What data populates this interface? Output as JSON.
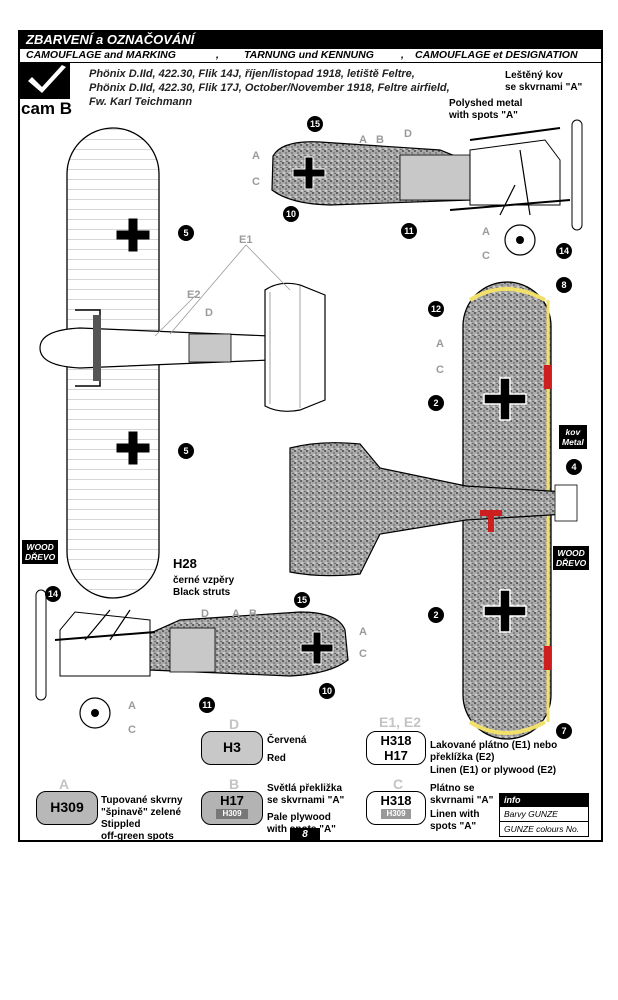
{
  "header": {
    "title": "ZBARVENÍ a OZNAČOVÁNÍ",
    "subtitle_1": "CAMOUFLAGE and MARKING",
    "subtitle_2": "TARNUNG und KENNUNG",
    "subtitle_3": "CAMOUFLAGE et DESIGNATION",
    "sep": ","
  },
  "logo_text": "cam B",
  "description": {
    "line1": "Phönix D.IId, 422.30, Flik 14J, říjen/listopad 1918, letiště Feltre,",
    "line2": "Phönix D.IId, 422.30, Flik 17J, October/November 1918, Feltre airfield,",
    "line3": "Fw. Karl Teichmann"
  },
  "notes": {
    "polished_cz": "Leštěný kov\nse skvrnami \"A\"",
    "polished_en": "Polyshed metal\nwith spots \"A\"",
    "struts_code": "H28",
    "struts_cz": "černé vzpěry",
    "struts_en": "Black struts",
    "kov": "kov",
    "metal": "Metal",
    "wood": "WOOD",
    "drevo": "DŘEVO"
  },
  "callouts": {
    "n2": "2",
    "n4": "4",
    "n5": "5",
    "n7": "7",
    "n8": "8",
    "n10": "10",
    "n11": "11",
    "n12": "12",
    "n14": "14",
    "n15": "15"
  },
  "letters": {
    "A": "A",
    "B": "B",
    "C": "C",
    "D": "D",
    "E1": "E1",
    "E2": "E2",
    "E1E2": "E1, E2"
  },
  "legend": {
    "d_code": "H3",
    "d_cz": "Červená",
    "d_en": "Red",
    "e_code1": "H318",
    "e_code2": "H17",
    "e_cz": "Lakované plátno (E1) nebo\npřeklížka (E2)",
    "e_en": "Linen (E1) or plywood (E2)",
    "a_code": "H309",
    "a_cz": "Tupované skvrny\n\"špinavě\" zelené",
    "a_en": "Stippled\noff-green spots",
    "b_code": "H17",
    "b_sub": "H309",
    "b_cz": "Světlá překližka\nse skvrnami \"A\"",
    "b_en": "Pale plywood\nwith spots \"A\"",
    "c_code": "H318",
    "c_sub": "H309",
    "c_cz": "Plátno se\nskvrnami \"A\"",
    "c_en": "Linen with\nspots \"A\""
  },
  "info": {
    "head": "info",
    "row1": "Barvy GUNZE",
    "row2": "GUNZE colours No."
  },
  "page_number": "8",
  "colors": {
    "red": "#cc1f1f",
    "yellow": "#f1e06a",
    "speckle": "#8f8f8f",
    "grey_panel": "#c8c8c8"
  }
}
